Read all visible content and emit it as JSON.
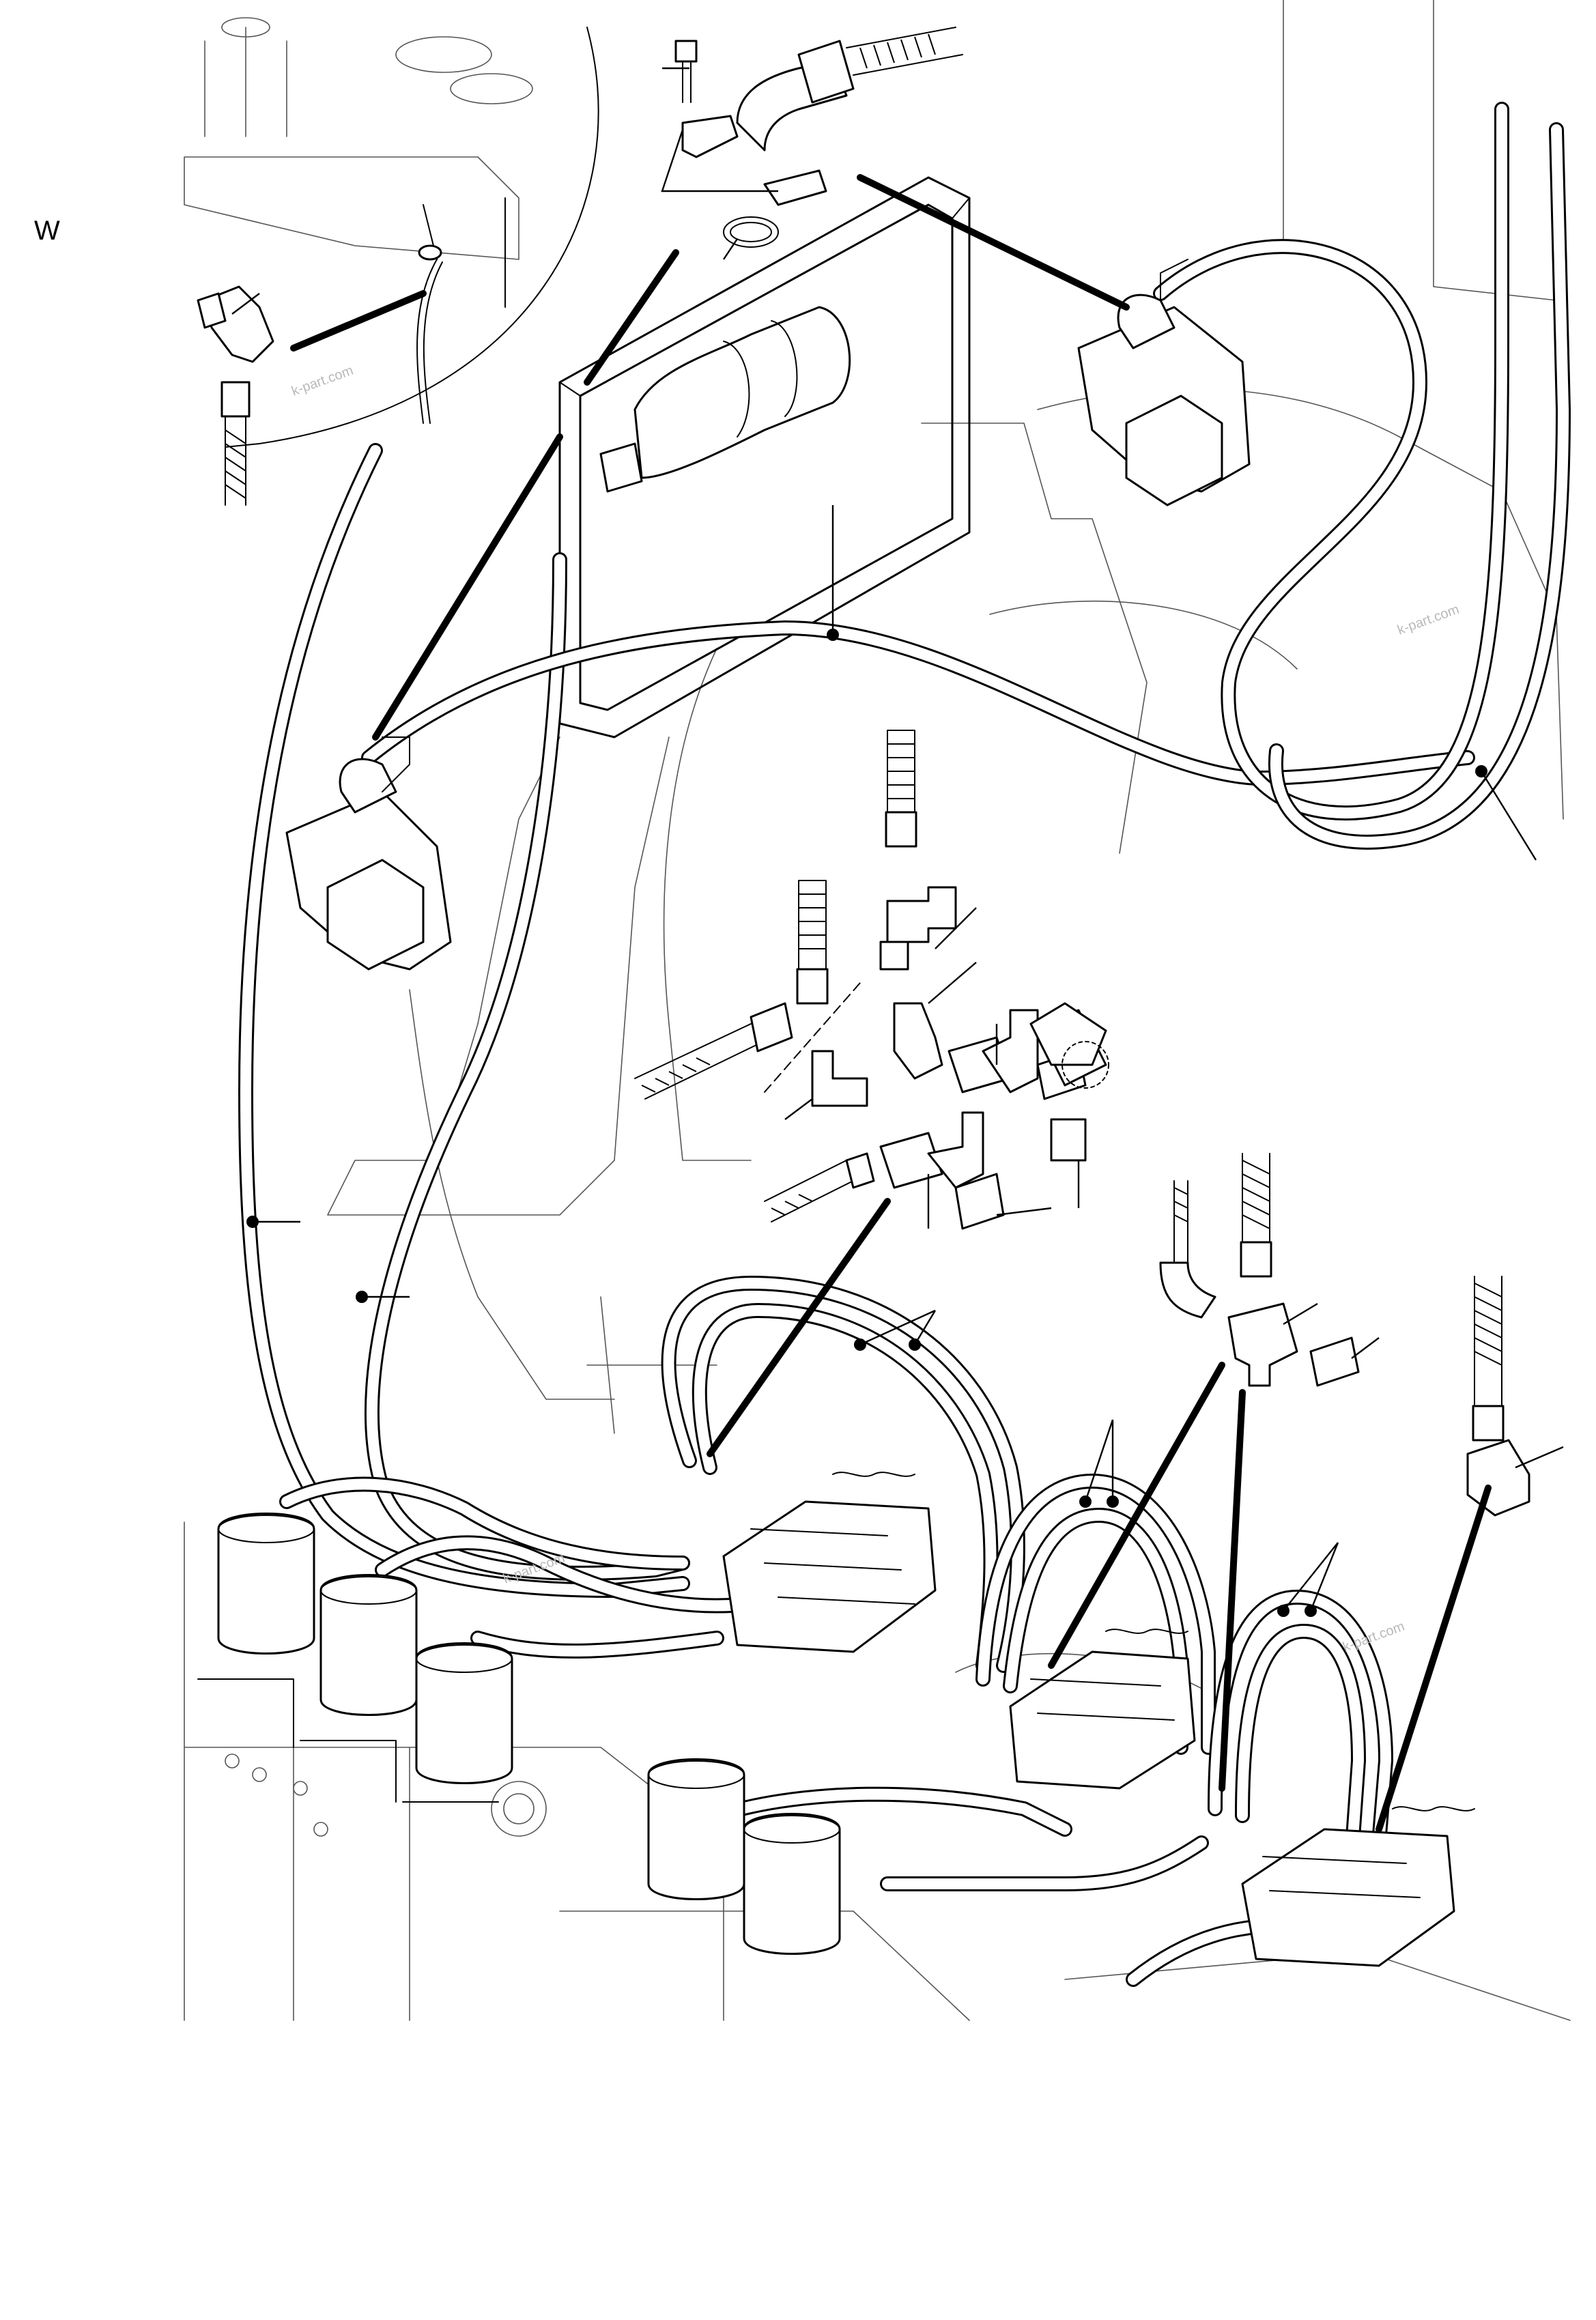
{
  "view": {
    "letter": "W"
  },
  "watermarks": [
    "k-part.com",
    "k-part.com",
    "k-part.com",
    "k-part.com"
  ]
}
